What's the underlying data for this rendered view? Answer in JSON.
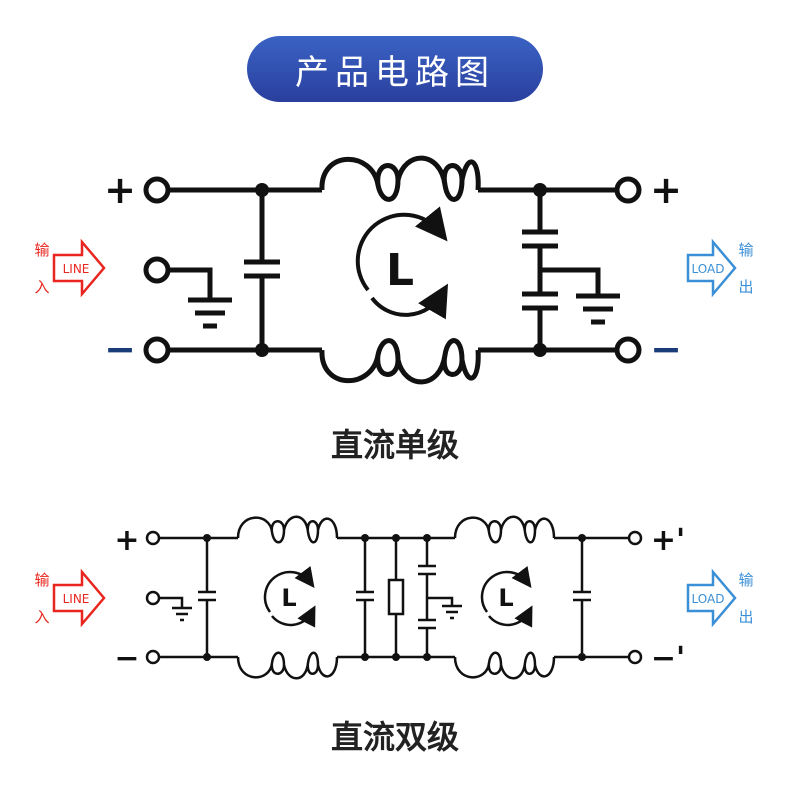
{
  "header": {
    "title": "产品电路图"
  },
  "diagram1": {
    "caption": "直流单级",
    "input": {
      "word_top": "输",
      "word_bottom": "入",
      "arrow_label": "LINE",
      "color": "#e8261f"
    },
    "output": {
      "word_top": "输",
      "word_bottom": "出",
      "arrow_label": "LOAD",
      "color": "#3a8fd6"
    },
    "terminals": {
      "left_plus": "+",
      "left_minus": "−",
      "right_plus": "+",
      "right_minus": "−"
    },
    "inductor_label": "L"
  },
  "diagram2": {
    "caption": "直流双级",
    "input": {
      "word_top": "输",
      "word_bottom": "入",
      "arrow_label": "LINE",
      "color": "#e8261f"
    },
    "output": {
      "word_top": "输",
      "word_bottom": "出",
      "arrow_label": "LOAD",
      "color": "#3a8fd6"
    },
    "terminals": {
      "left_plus": "+",
      "left_minus": "−",
      "right_plus": "+'",
      "right_minus": "−'"
    },
    "inductor1_label": "L",
    "inductor2_label": "L"
  }
}
